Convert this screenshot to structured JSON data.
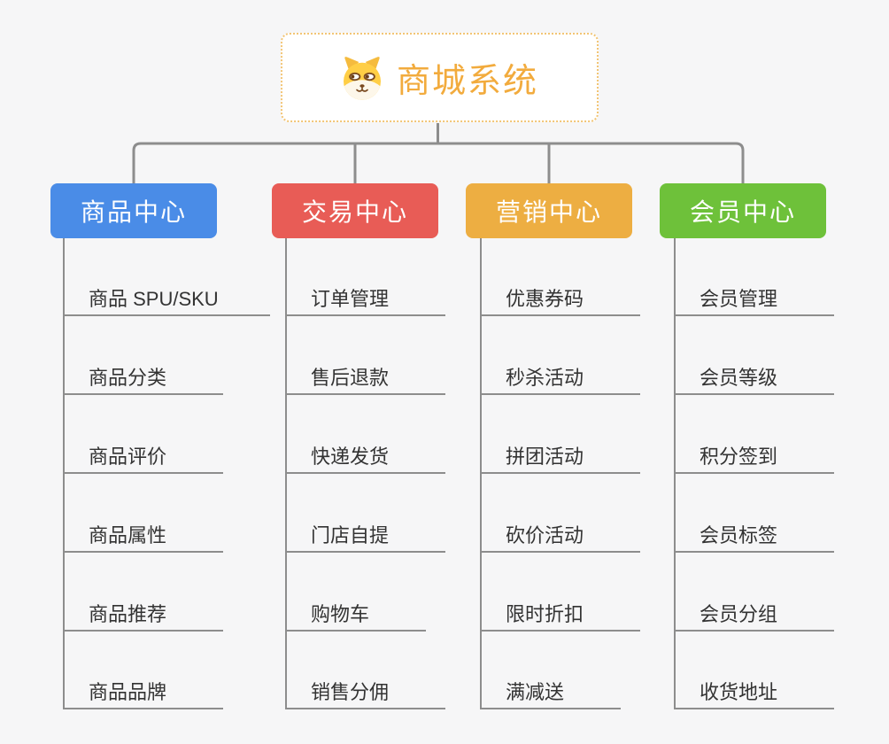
{
  "root": {
    "title": "商城系统",
    "icon": "dog-face-icon"
  },
  "branches": [
    {
      "label": "商品中心",
      "color": "#4A8CE7",
      "children": [
        "商品 SPU/SKU",
        "商品分类",
        "商品评价",
        "商品属性",
        "商品推荐",
        "商品品牌"
      ]
    },
    {
      "label": "交易中心",
      "color": "#E85C56",
      "children": [
        "订单管理",
        "售后退款",
        "快递发货",
        "门店自提",
        "购物车",
        "销售分佣"
      ]
    },
    {
      "label": "营销中心",
      "color": "#EDAE42",
      "children": [
        "优惠券码",
        "秒杀活动",
        "拼团活动",
        "砍价活动",
        "限时折扣",
        "满减送"
      ]
    },
    {
      "label": "会员中心",
      "color": "#6EC13A",
      "children": [
        "会员管理",
        "会员等级",
        "积分签到",
        "会员标签",
        "会员分组",
        "收货地址"
      ]
    }
  ],
  "colors": {
    "background": "#F6F6F7",
    "connector": "#8D8D8D",
    "root_accent": "#F2AB3D",
    "root_border": "#F2C575",
    "child_text": "#333333"
  }
}
